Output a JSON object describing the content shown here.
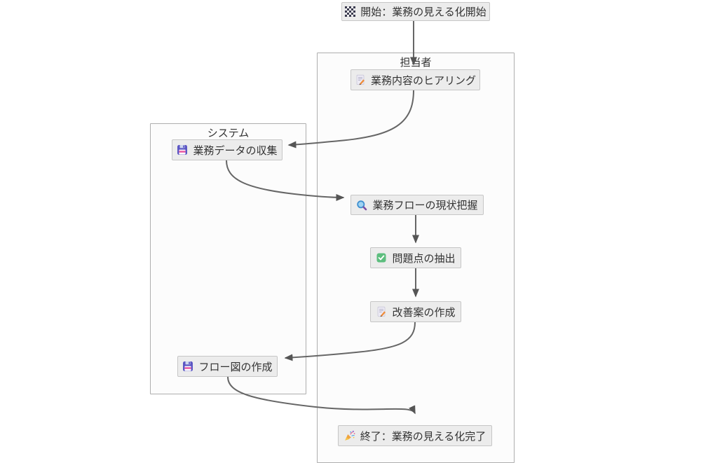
{
  "diagram": {
    "type": "flowchart",
    "background_color": "#ffffff",
    "node_fill": "#ececec",
    "node_border": "#c6c6c6",
    "cluster_fill": "#fcfcfc",
    "cluster_border": "#aeaeae",
    "edge_color": "#666666",
    "text_color": "#333333",
    "clusters": [
      {
        "id": "tantousha",
        "label": "担当者"
      },
      {
        "id": "system",
        "label": "システム"
      }
    ],
    "nodes": [
      {
        "id": "start",
        "label": "開始：業務の見える化開始",
        "icon": "checkered-flag-icon",
        "cluster": null
      },
      {
        "id": "hearing",
        "label": "業務内容のヒアリング",
        "icon": "memo-icon",
        "cluster": "tantousha"
      },
      {
        "id": "collect",
        "label": "業務データの収集",
        "icon": "floppy-disk-icon",
        "cluster": "system"
      },
      {
        "id": "grasp",
        "label": "業務フローの現状把握",
        "icon": "magnifying-glass-icon",
        "cluster": "tantousha"
      },
      {
        "id": "extract",
        "label": "問題点の抽出",
        "icon": "check-mark-icon",
        "cluster": "tantousha"
      },
      {
        "id": "improve",
        "label": "改善案の作成",
        "icon": "memo-icon",
        "cluster": "tantousha"
      },
      {
        "id": "flowfig",
        "label": "フロー図の作成",
        "icon": "floppy-disk-icon",
        "cluster": "system"
      },
      {
        "id": "end",
        "label": "終了：業務の見える化完了",
        "icon": "party-popper-icon",
        "cluster": "tantousha"
      }
    ],
    "edges": [
      {
        "from": "start",
        "to": "hearing"
      },
      {
        "from": "hearing",
        "to": "collect"
      },
      {
        "from": "collect",
        "to": "grasp"
      },
      {
        "from": "grasp",
        "to": "extract"
      },
      {
        "from": "extract",
        "to": "improve"
      },
      {
        "from": "improve",
        "to": "flowfig"
      },
      {
        "from": "flowfig",
        "to": "end"
      }
    ]
  }
}
